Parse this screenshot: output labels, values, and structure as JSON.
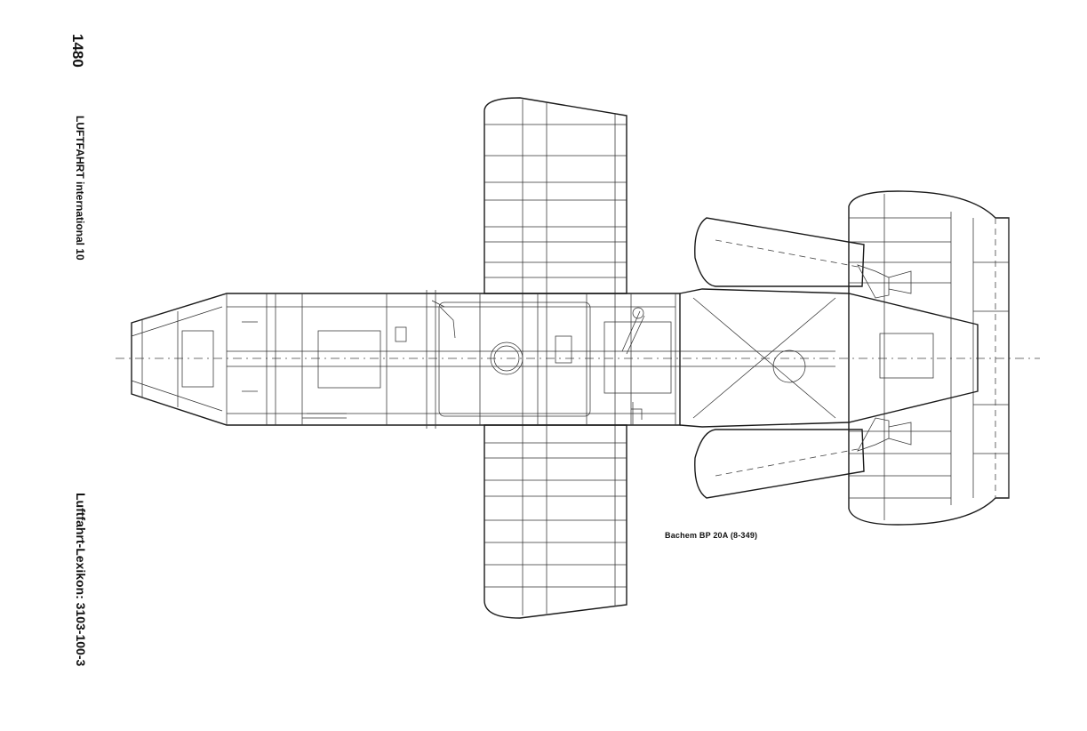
{
  "page": {
    "page_number": "1480",
    "journal": "LUFTFAHRT international   10",
    "lexicon": "Luftfahrt-Lexikon:   3103-100-3"
  },
  "drawing": {
    "caption": "Bachem  BP 20A   (8-349)"
  }
}
